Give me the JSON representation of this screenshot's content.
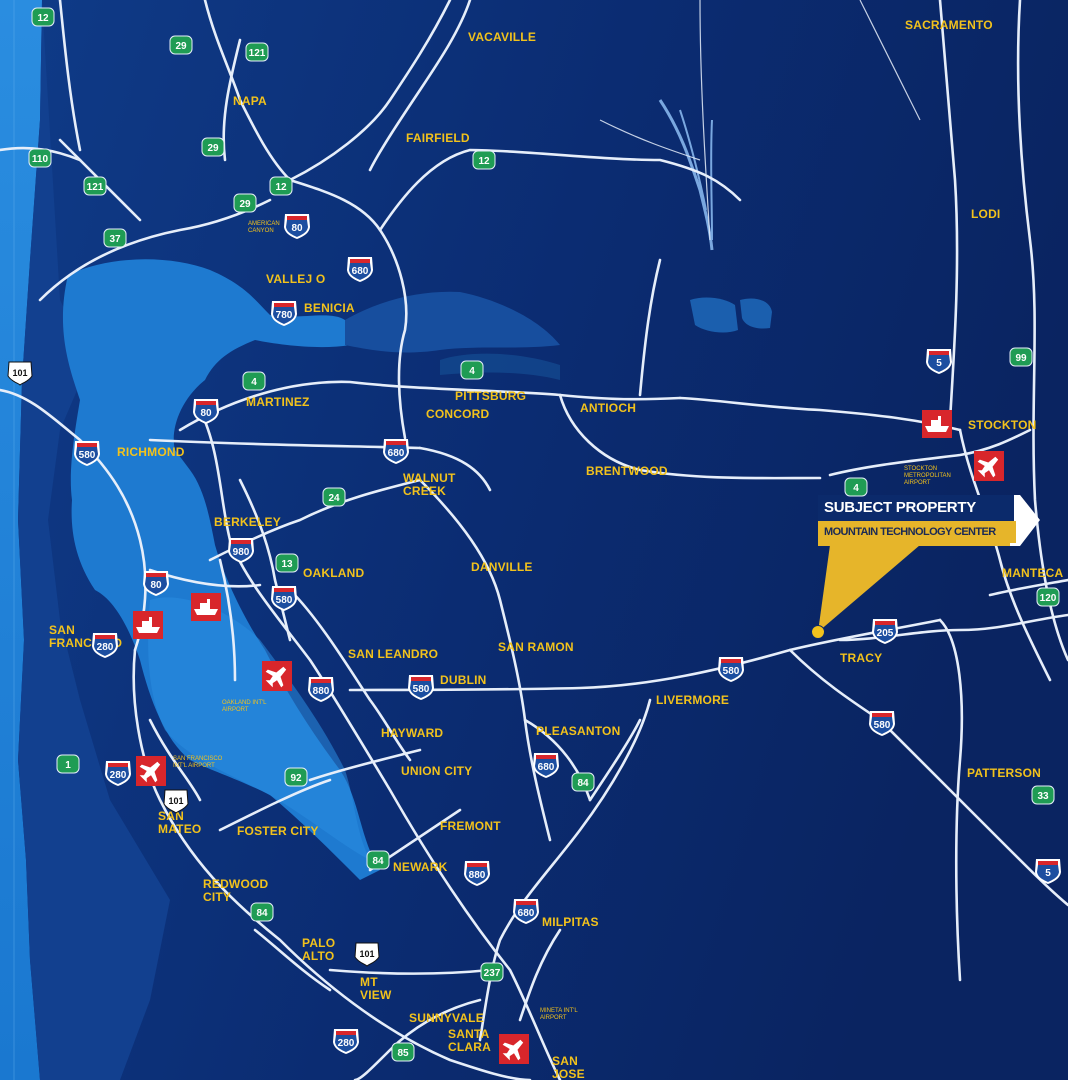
{
  "cities": {
    "sacramento": "SACRAMENTO",
    "vacaville": "VACAVILLE",
    "napa": "NAPA",
    "fairfield": "FAIRFIELD",
    "lodi": "LODI",
    "vallejo": "VALLEJ O",
    "benicia": "BENICIA",
    "martinez": "MARTINEZ",
    "pittsburg": "PITTSBURG",
    "concord": "CONCORD",
    "antioch": "ANTIOCH",
    "stockton": "STOCKTON",
    "richmond": "RICHMOND",
    "walnut_creek": "WALNUT\nCREEK",
    "brentwood": "BRENTWOOD",
    "berkeley": "BERKELEY",
    "oakland": "OAKLAND",
    "danville": "DANVILLE",
    "manteca": "MANTECA",
    "san_francisco": "SAN\nFRANCISCO",
    "san_ramon": "SAN RAMON",
    "san_leandro": "SAN LEANDRO",
    "tracy": "TRACY",
    "dublin": "DUBLIN",
    "livermore": "LIVERMORE",
    "hayward": "HAYWARD",
    "pleasanton": "PLEASANTON",
    "union_city": "UNION CITY",
    "patterson": "PATTERSON",
    "san_mateo": "SAN\nMATEO",
    "foster_city": "FOSTER CITY",
    "fremont": "FREMONT",
    "newark": "NEWARK",
    "redwood_city": "REDWOOD\nCITY",
    "milpitas": "MILPITAS",
    "palo_alto": "PALO\nALTO",
    "mt_view": "MT\nVIEW",
    "sunnyvale": "SUNNYVALE",
    "santa_clara": "SANTA\nCLARA",
    "san_jose": "SAN\nJOSE"
  },
  "small_labels": {
    "american_canyon": "AMERICAN\nCANYON",
    "stockton_airport": "STOCKTON\nMETROPOLITAN\nAIRPORT",
    "oakland_airport": "OAKLAND INT'L\nAIRPORT",
    "sf_airport": "SAN FRANCISCO\nINT'L AIRPORT",
    "mineta_airport": "MINETA INT'L\nAIRPORT"
  },
  "shields": {
    "interstate": [
      "80",
      "680",
      "780",
      "80",
      "580",
      "680",
      "980",
      "80",
      "580",
      "280",
      "880",
      "580",
      "280",
      "680",
      "880",
      "680",
      "280",
      "5",
      "580",
      "205",
      "580",
      "5"
    ],
    "state": [
      "12",
      "29",
      "121",
      "110",
      "121",
      "29",
      "12",
      "29",
      "37",
      "12",
      "4",
      "4",
      "24",
      "13",
      "84",
      "92",
      "1",
      "84",
      "84",
      "237",
      "85",
      "4",
      "99",
      "120",
      "33"
    ],
    "us": [
      "101",
      "101",
      "101"
    ]
  },
  "callout": {
    "title": "SUBJECT PROPERTY",
    "subtitle": "MOUNTAIN TECHNOLOGY CENTER"
  },
  "colors": {
    "land": "#0b2a6b",
    "water": "#1a79cc",
    "road": "#e6eefa",
    "label": "#f2c21c",
    "airport": "#d8262b",
    "callout_gold": "#e6b52a"
  },
  "icons": [
    "airport-icon",
    "seaport-icon"
  ]
}
